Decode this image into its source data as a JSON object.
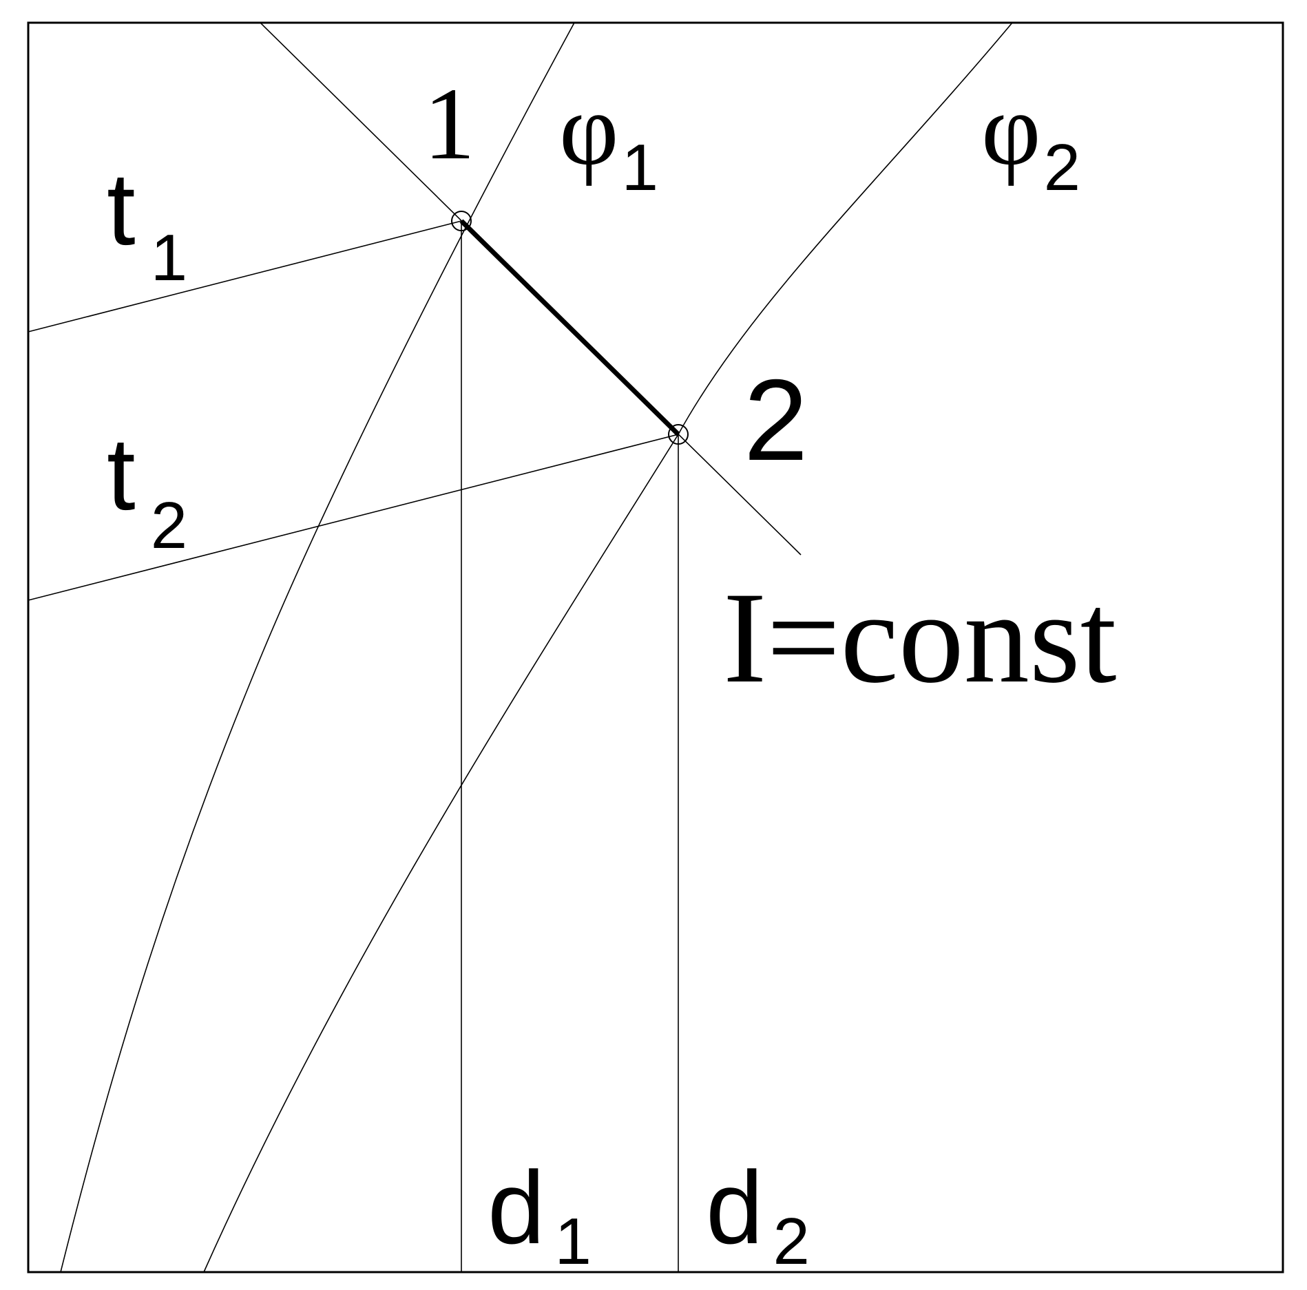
{
  "labels": {
    "point_1": "1",
    "point_2": "2",
    "phi_1": {
      "base": "φ",
      "sub": "1"
    },
    "phi_2": {
      "base": "φ",
      "sub": "2"
    },
    "t_1": {
      "base": "t",
      "sub": "1"
    },
    "t_2": {
      "base": "t",
      "sub": "2"
    },
    "d_1": {
      "base": "d",
      "sub": "1"
    },
    "d_2": {
      "base": "d",
      "sub": "2"
    },
    "isenthalp": "I=const"
  },
  "colors": {
    "line": "#000000",
    "background": "#ffffff"
  }
}
